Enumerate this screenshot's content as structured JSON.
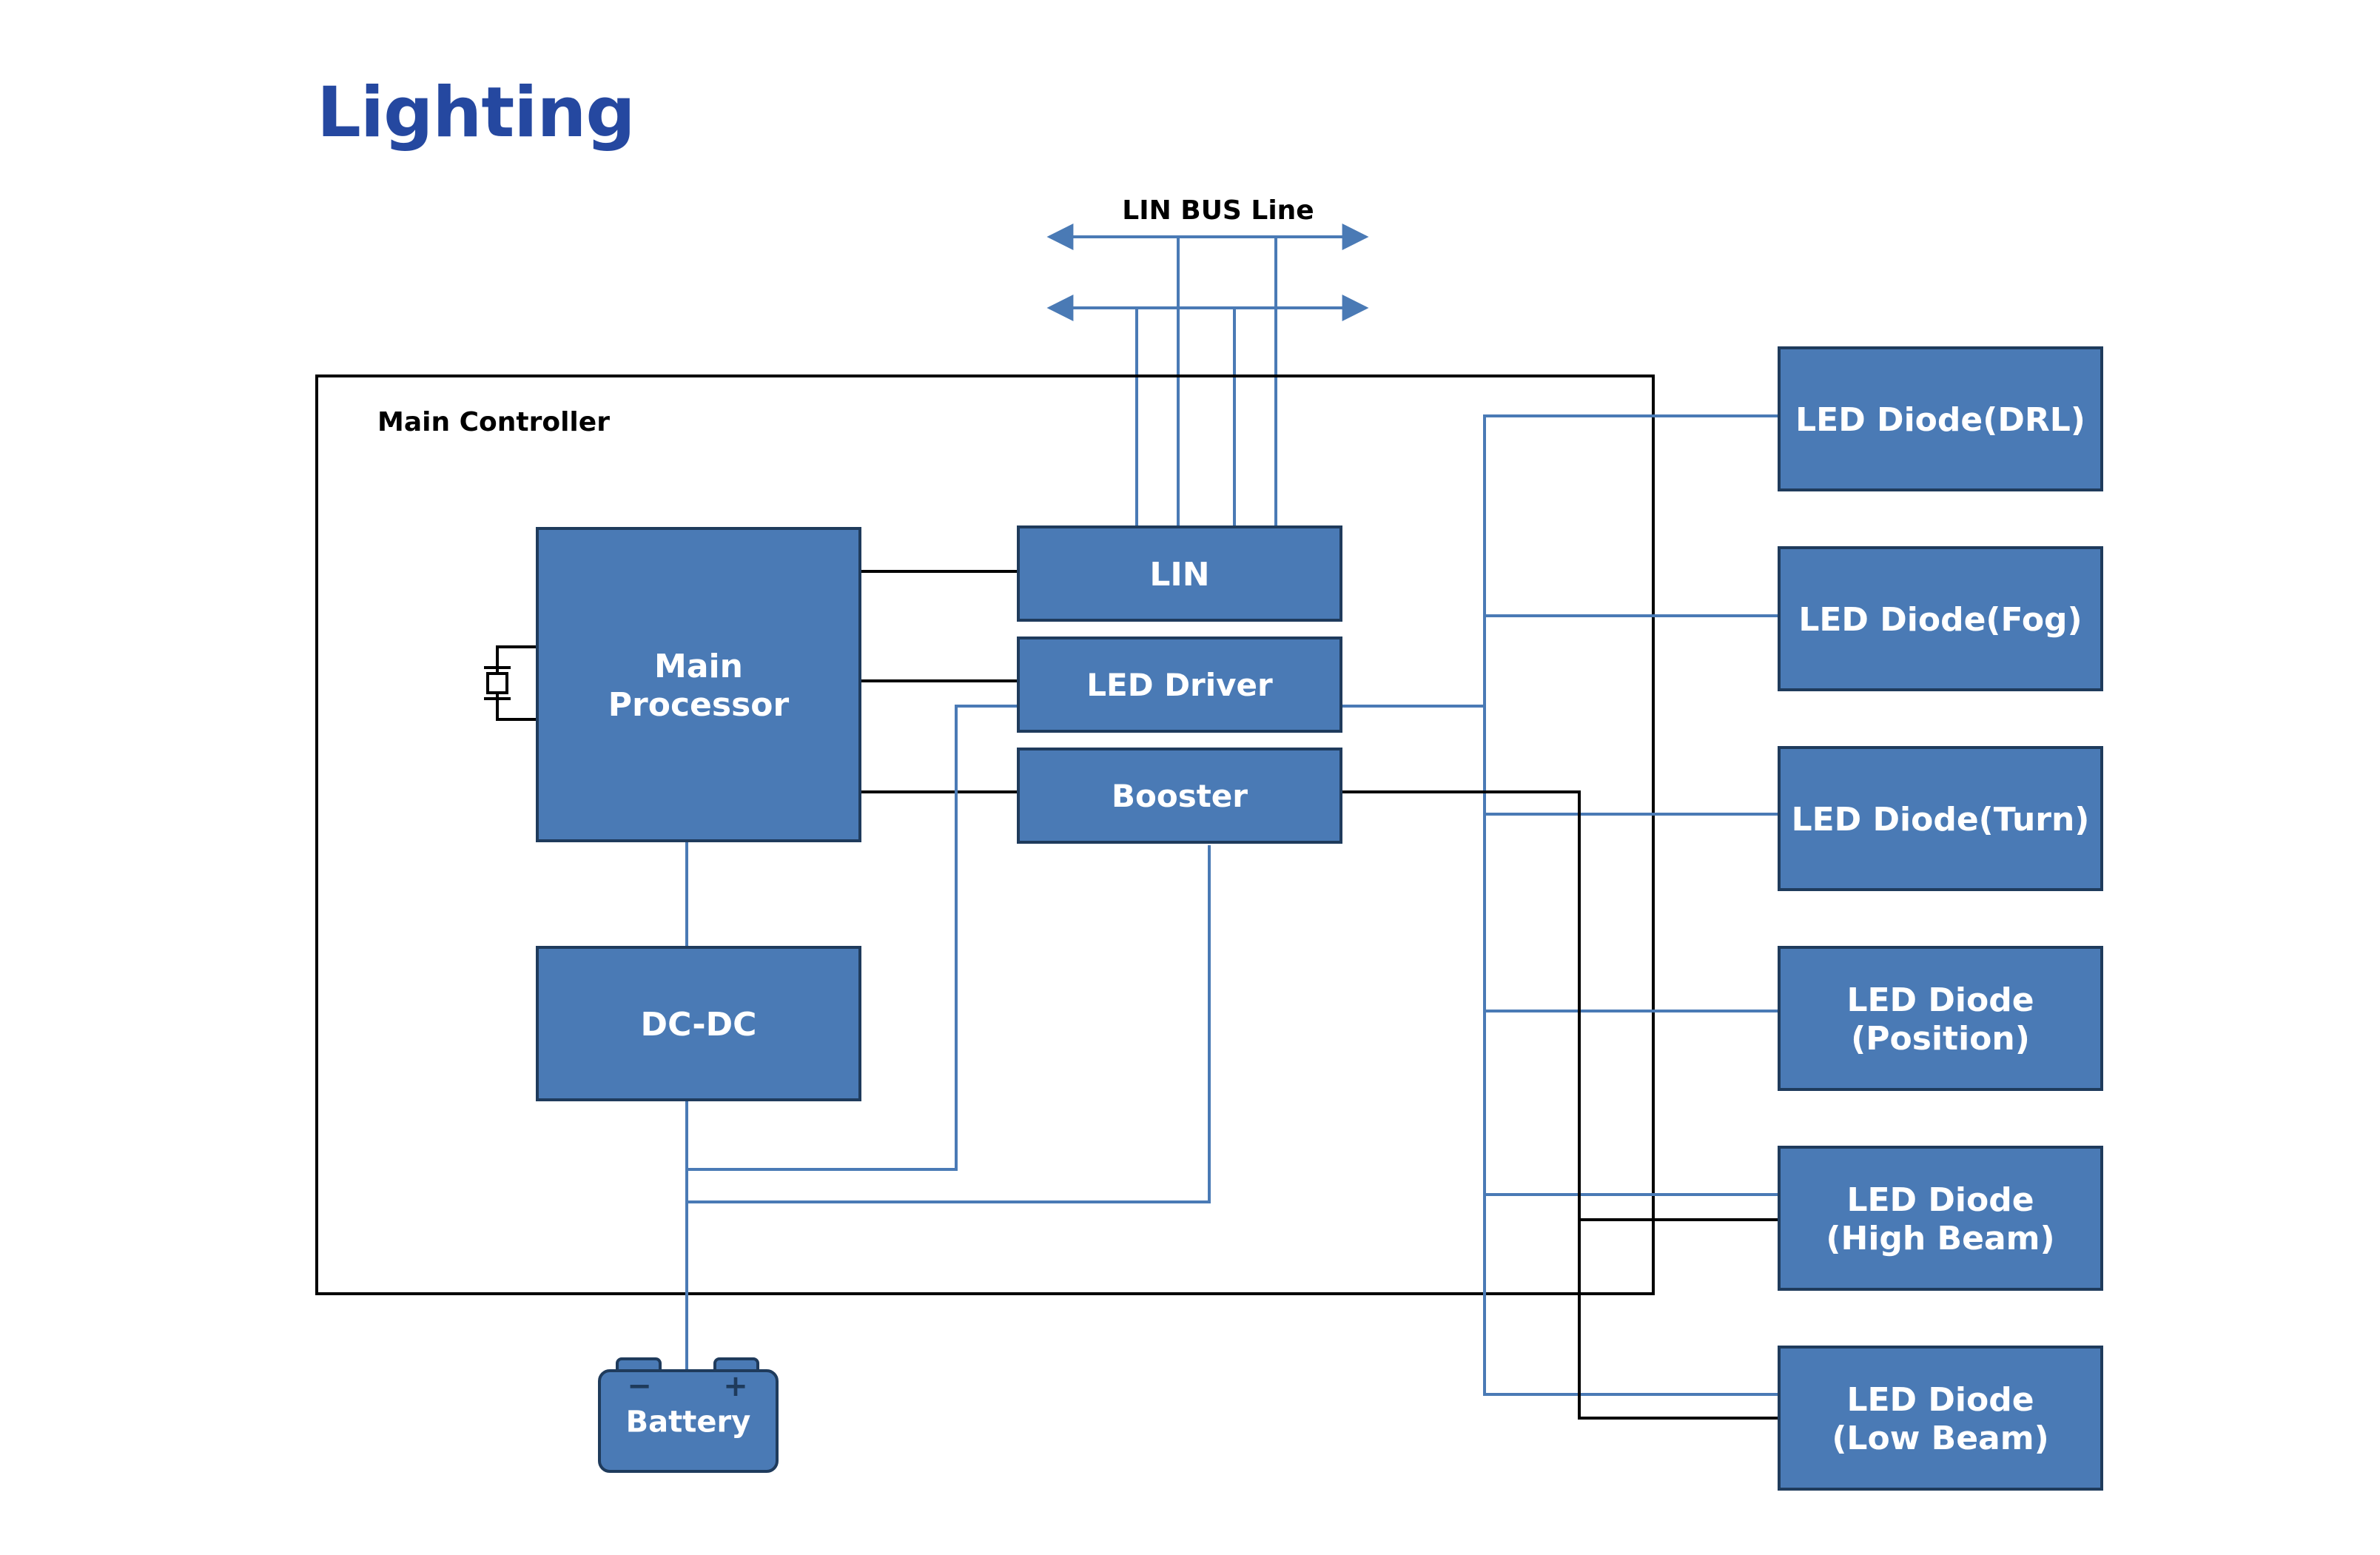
{
  "title": "Lighting",
  "colors": {
    "title": "#2548a0",
    "block_fill": "#4a7ab5",
    "block_stroke": "#1f3b5c",
    "blue_wire": "#4a7ab5",
    "black_wire": "#000000",
    "block_text": "#ffffff"
  },
  "labels": {
    "lin_bus": "LIN BUS Line",
    "main_controller": "Main Controller"
  },
  "blocks": {
    "main_processor": [
      "Main",
      "Processor"
    ],
    "lin": "LIN",
    "led_driver": "LED Driver",
    "booster": "Booster",
    "dcdc": "DC-DC",
    "battery": "Battery"
  },
  "leds": [
    {
      "lines": [
        "LED Diode(DRL)"
      ]
    },
    {
      "lines": [
        "LED Diode(Fog)"
      ]
    },
    {
      "lines": [
        "LED Diode(Turn)"
      ]
    },
    {
      "lines": [
        "LED Diode",
        "(Position)"
      ]
    },
    {
      "lines": [
        "LED Diode",
        "(High Beam)"
      ]
    },
    {
      "lines": [
        "LED Diode",
        "(Low Beam)"
      ]
    }
  ]
}
